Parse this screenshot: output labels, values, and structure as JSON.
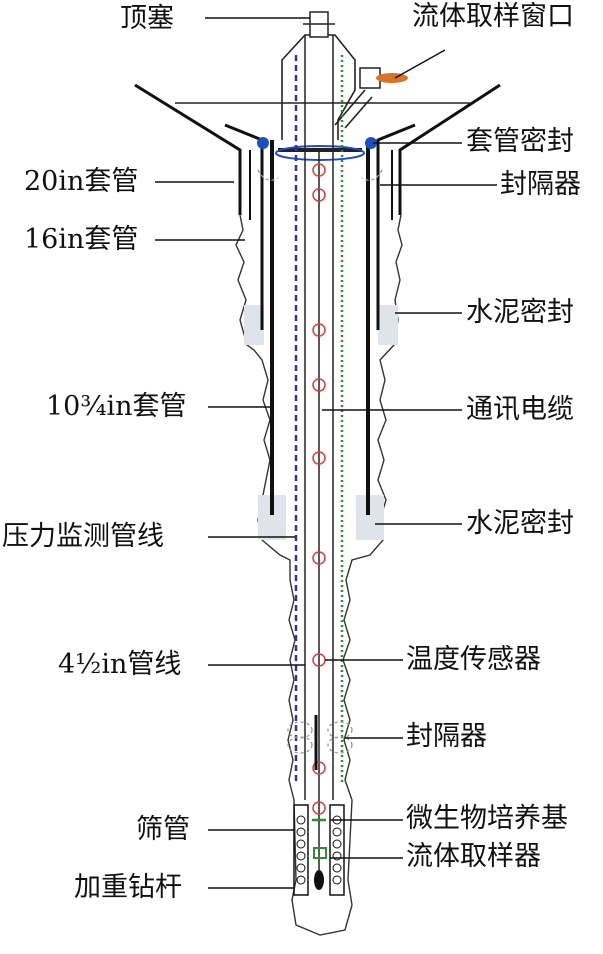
{
  "labels": {
    "top_plug": "顶塞",
    "sampling_window": "流体取样窗口",
    "casing_seal": "套管密封",
    "packer_top": "封隔器",
    "casing_20in": "20in套管",
    "casing_16in": "16in套管",
    "cement_seal_upper": "水泥密封",
    "casing_10_3_4in": "10¾in套管",
    "comm_cable": "通讯电缆",
    "pressure_line": "压力监测管线",
    "cement_seal_lower": "水泥密封",
    "tubing_4_1_2in": "4½in管线",
    "temp_sensor": "温度传感器",
    "packer_lower": "封隔器",
    "screen": "筛管",
    "microbe_medium": "微生物培养基",
    "drill_collar": "加重钻杆",
    "fluid_sampler": "流体取样器"
  },
  "colors": {
    "pressure_line": "#3b2f9e",
    "green_line": "#2e8b3a",
    "sensor": "#e23b3b",
    "seal_blue": "#1f4fbf",
    "cement": "#dfe4ea",
    "sampling_window": "#d9732b"
  }
}
